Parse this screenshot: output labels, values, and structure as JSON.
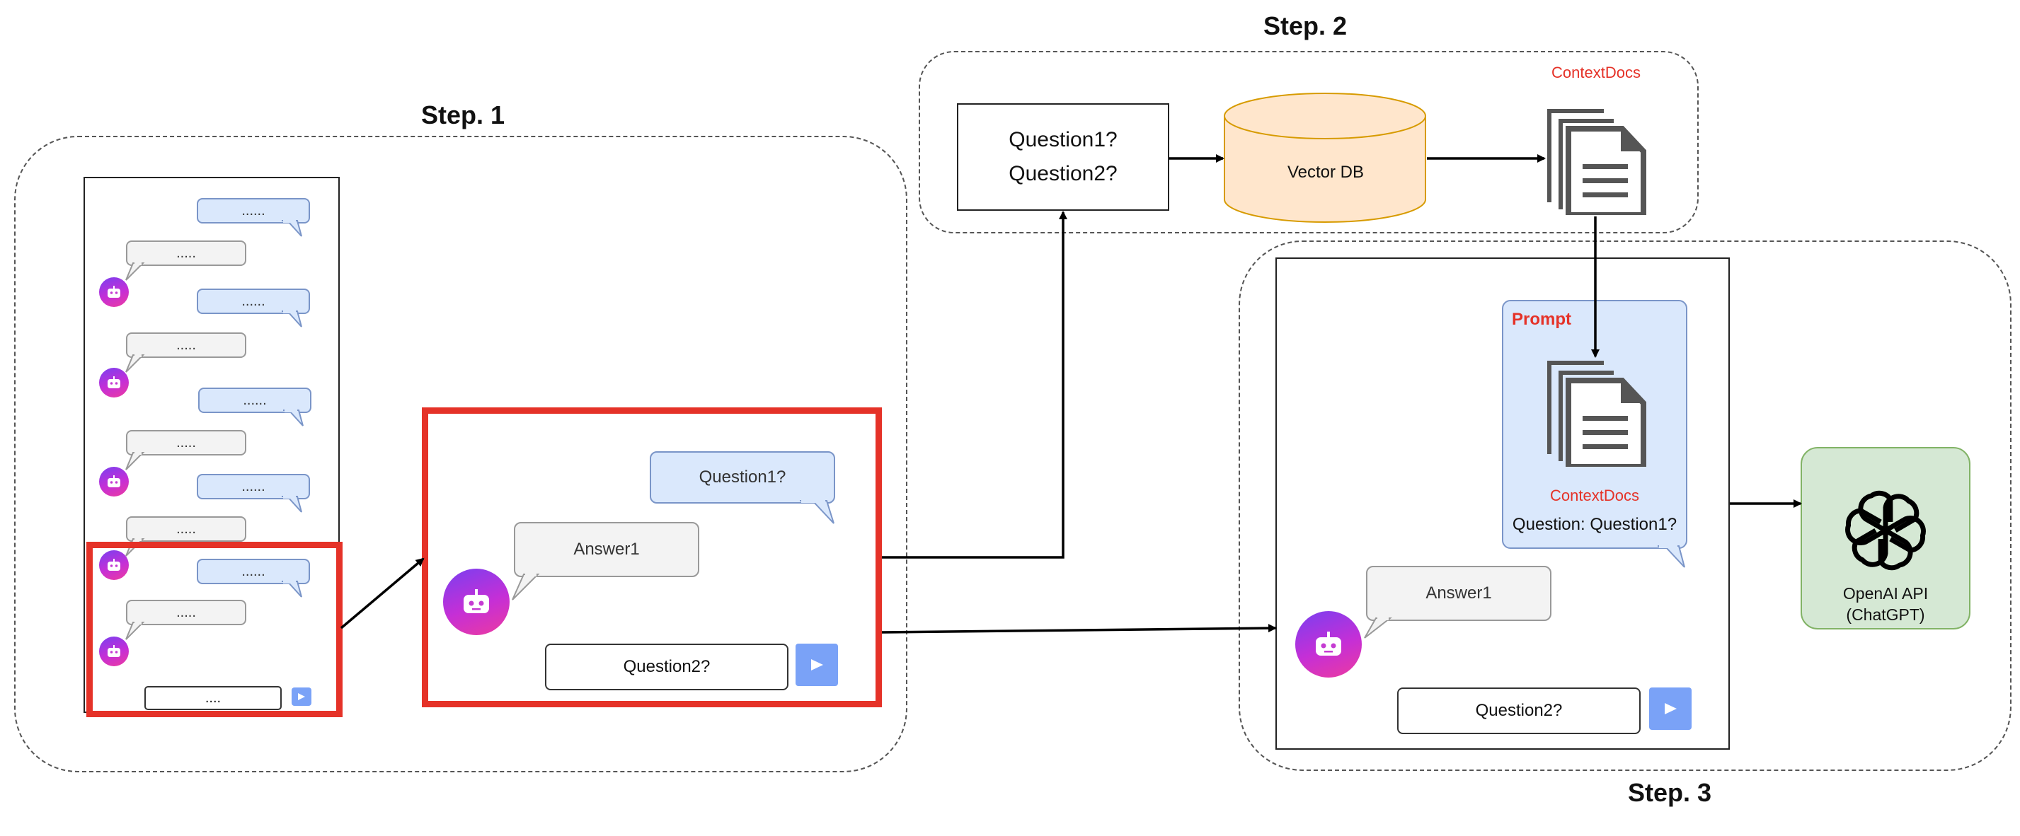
{
  "steps": {
    "step1": "Step. 1",
    "step2": "Step. 2",
    "step3": "Step. 3"
  },
  "chat_list": {
    "bubble_text": "......",
    "bot_text": ".....",
    "input_text": "...."
  },
  "zoom_chat": {
    "question1": "Question1?",
    "answer1": "Answer1",
    "input_value": "Question2?"
  },
  "step2": {
    "questions_line1": "Question1?",
    "questions_line2": "Question2?",
    "vector_db": "Vector DB",
    "context_docs_label": "ContextDocs"
  },
  "step3": {
    "prompt_label": "Prompt",
    "context_docs_label": "ContextDocs",
    "question_line": "Question: Question1?",
    "answer1": "Answer1",
    "input_value": "Question2?"
  },
  "openai": {
    "line1": "OpenAI API",
    "line2": "(ChatGPT)"
  },
  "colors": {
    "highlight_red": "#e53228",
    "user_bubble": "#dae8fc",
    "bot_bubble": "#f3f3f3",
    "db_fill": "#ffe6cc",
    "openai_fill": "#d5e8d4",
    "send_button": "#7aa2f7"
  },
  "icons": [
    "bot-avatar-icon",
    "send-arrow-icon",
    "document-stack-icon",
    "openai-logo-icon",
    "database-cylinder-icon"
  ]
}
